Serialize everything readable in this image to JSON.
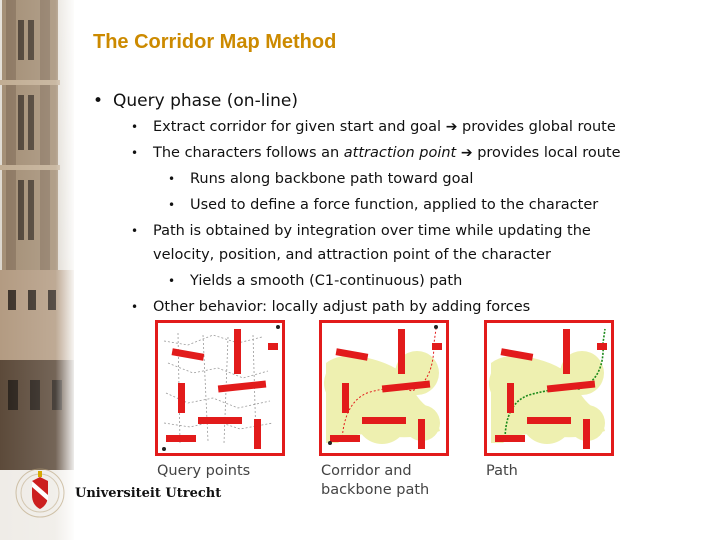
{
  "slide": {
    "title": "The Corridor Map Method",
    "bullets": {
      "b1": "Query phase (on-line)",
      "b1_1a": "Extract corridor for given start and goal",
      "b1_1b": "provides global route",
      "b1_2a": "The characters follows an",
      "b1_2em": "attraction point",
      "b1_2b": "provides local route",
      "b1_2_1": "Runs along backbone path toward goal",
      "b1_2_2": "Used to define a force function, applied to the character",
      "b1_3_line1": "Path is obtained by integration over time while updating the",
      "b1_3_line2": "velocity, position, and attraction point of the character",
      "b1_3_1": "Yields a smooth (C1-continuous) path",
      "b1_4": "Other behavior: locally adjust path by adding forces"
    },
    "bullet_glyph": "•",
    "arrow_glyph": "➔",
    "figures": {
      "captions": {
        "query": "Query points",
        "corridor_line1": "Corridor and",
        "corridor_line2": "backbone path",
        "path": "Path"
      },
      "colors": {
        "frame": "#e21b1b",
        "obstacle": "#e21b1b",
        "corridor": "#eef0b0",
        "backbone": "#e21b1b",
        "path": "#1a8a1a",
        "graph": "#9a9a9a"
      }
    },
    "logo": {
      "name": "Universiteit Utrecht"
    }
  }
}
